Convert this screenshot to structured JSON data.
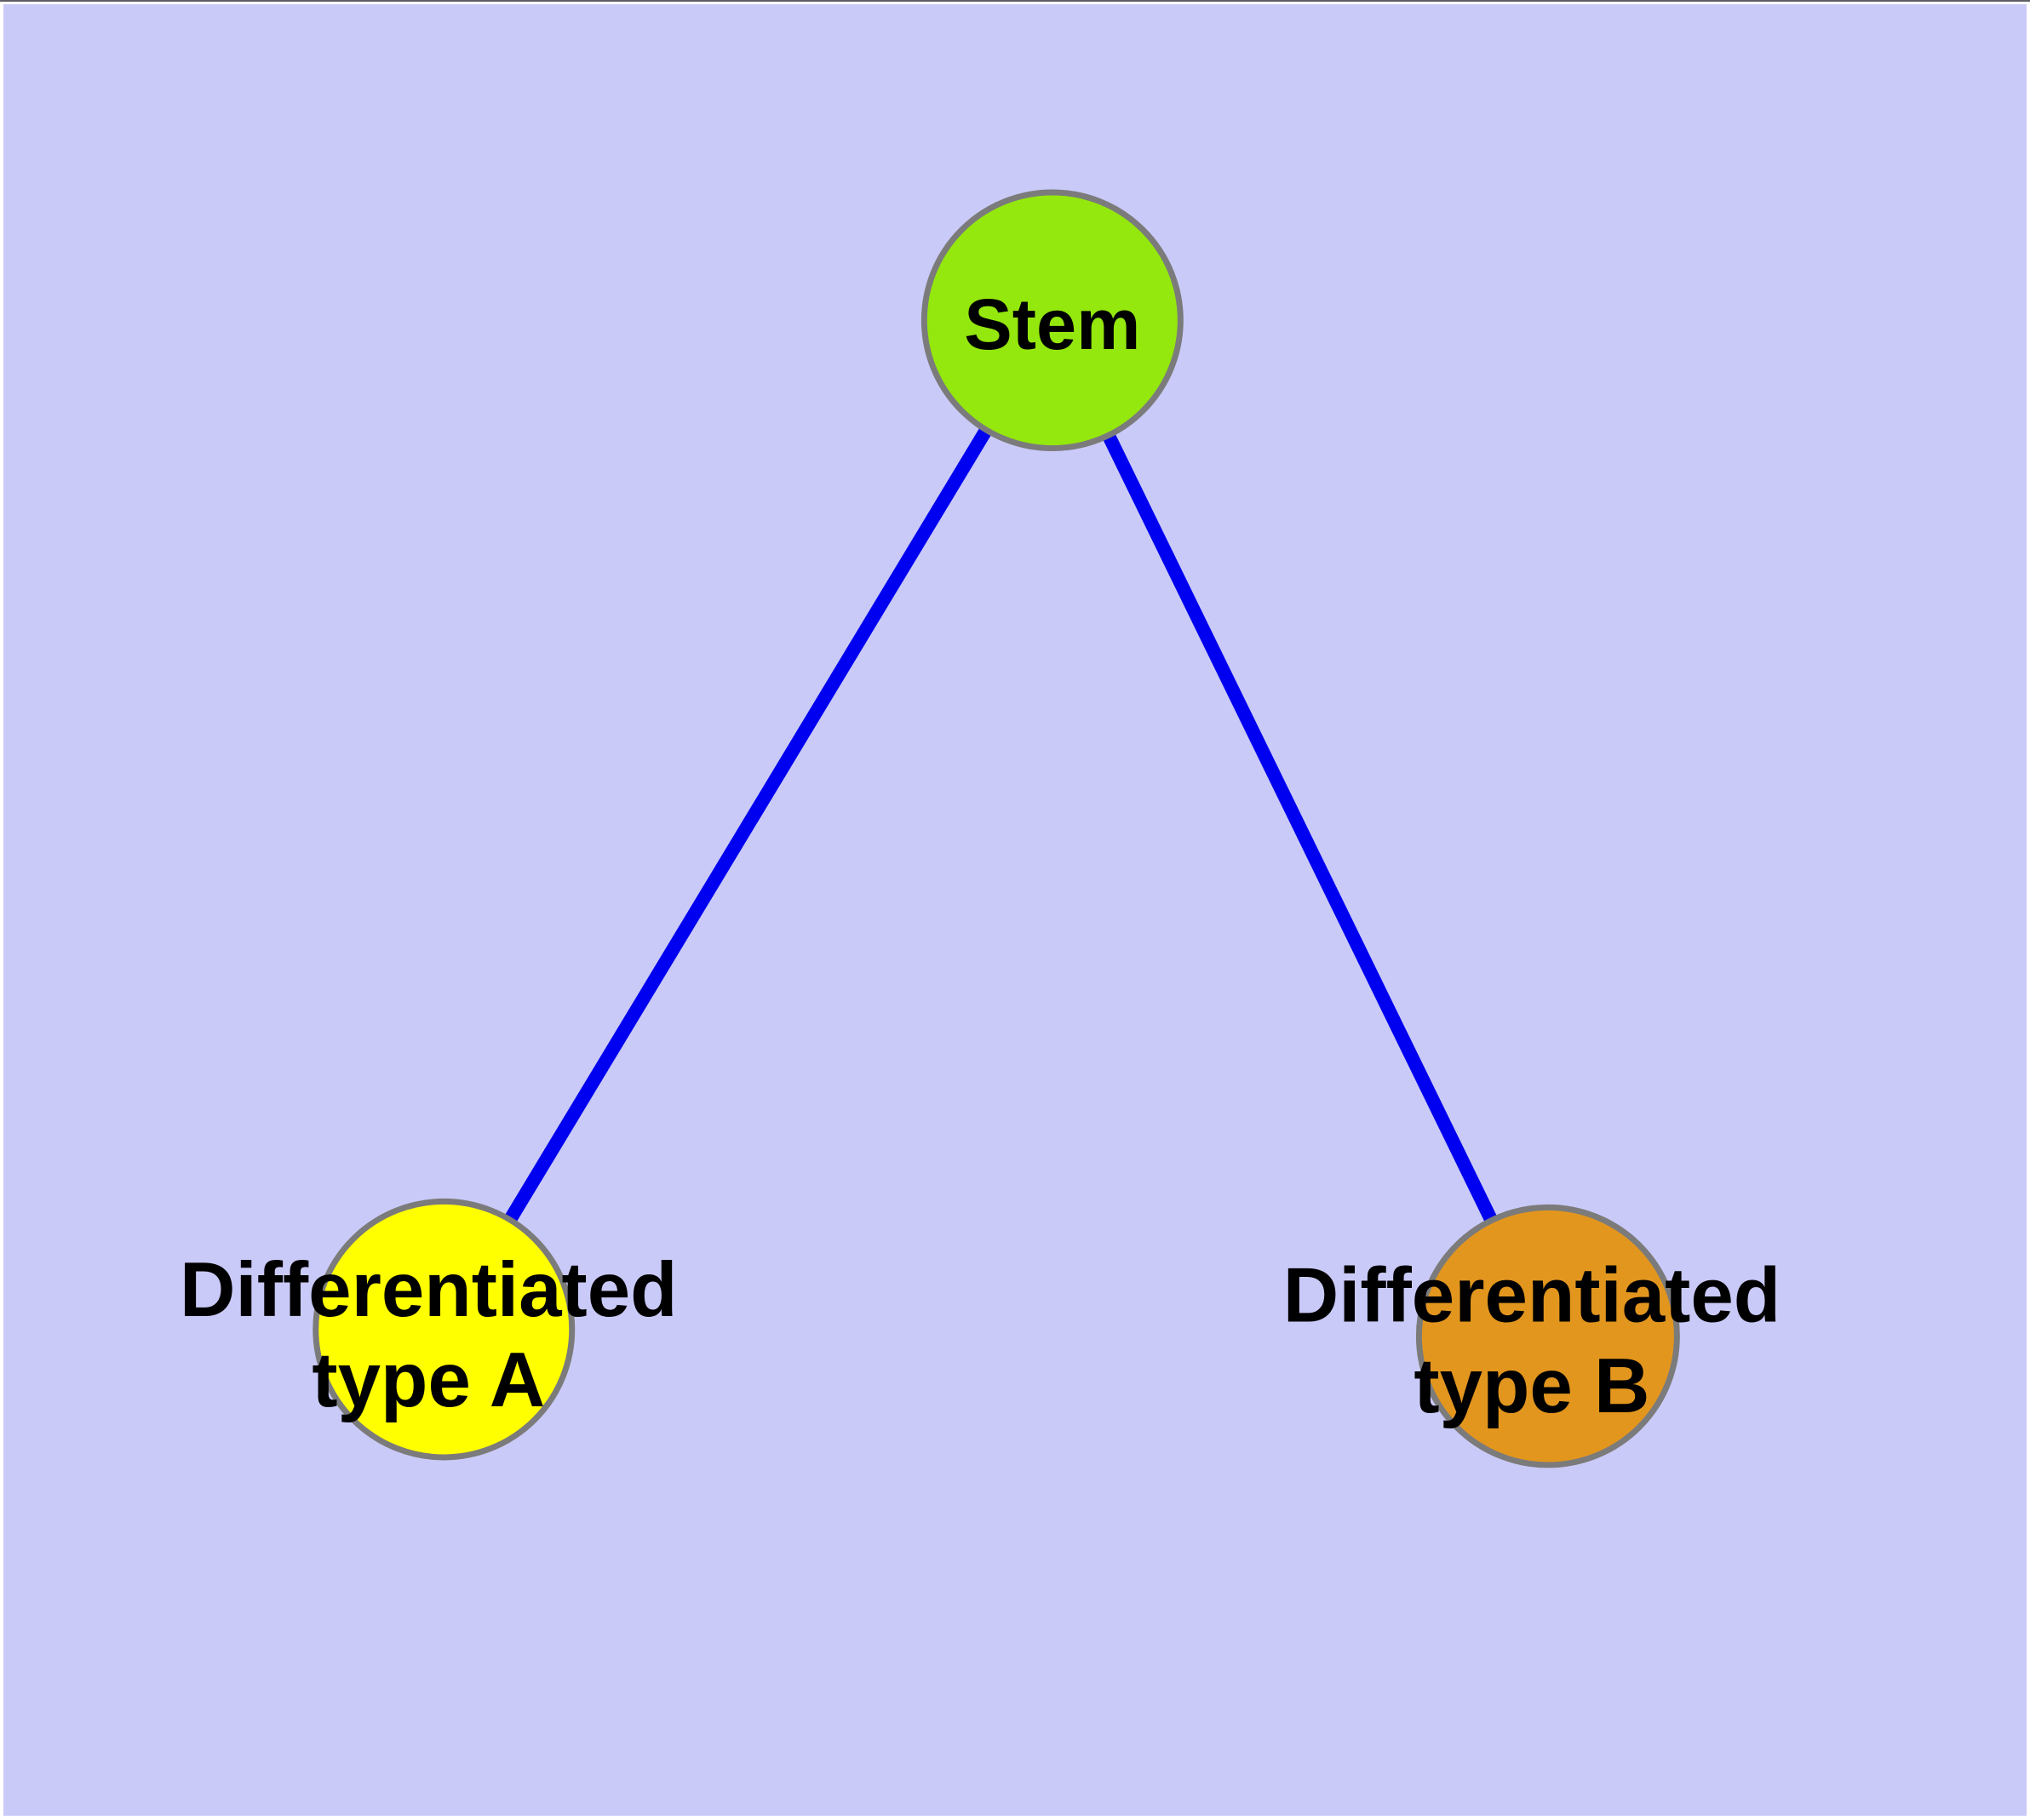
{
  "diagram": {
    "type": "node-link-graph",
    "background_color": "#CACAF8",
    "frame_color": "#FFFFFF",
    "edge_color": "#0000F0",
    "node_border_color": "#7B7B7B",
    "label_color": "#000000",
    "nodes": [
      {
        "id": "stem",
        "label": "Stem",
        "fill": "#94E80D"
      },
      {
        "id": "differentiated-type-a",
        "label": "Differentiated type A",
        "label_lines": [
          "Differentiated",
          "type A"
        ],
        "fill": "#FFFF00"
      },
      {
        "id": "differentiated-type-b",
        "label": "Differentiated type B",
        "label_lines": [
          "Differentiated",
          "type B"
        ],
        "fill": "#E2961E"
      }
    ],
    "edges": [
      {
        "from": "Stem",
        "to": "Differentiated type A"
      },
      {
        "from": "Stem",
        "to": "Differentiated type B"
      }
    ]
  }
}
